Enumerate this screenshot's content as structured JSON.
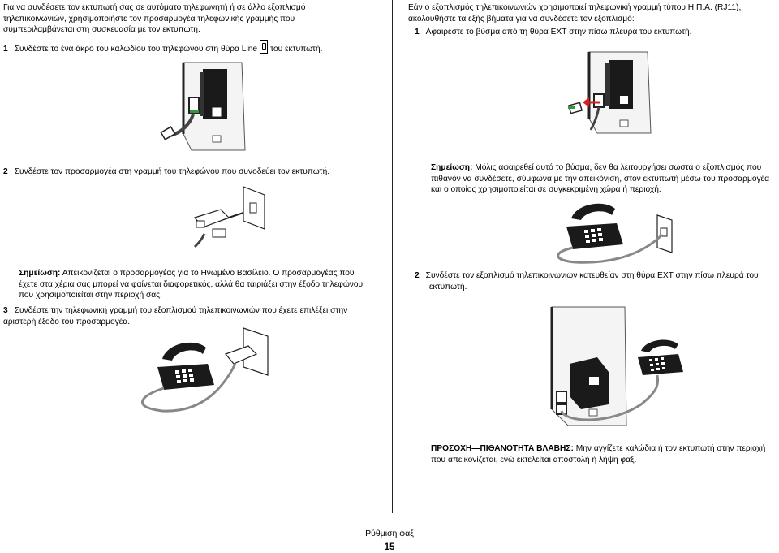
{
  "left": {
    "intro": [
      "Για να συνδέσετε τον εκτυπωτή σας σε αυτόματο τηλεφωνητή ή σε άλλο εξοπλισμό",
      "τηλεπικοινωνιών, χρησιμοποιήστε τον προσαρμογέα τηλεφωνικής γραμμής που",
      "συμπεριλαμβάνεται στη συσκευασία με τον εκτυπωτή."
    ],
    "step1": {
      "num": "1",
      "text_before": "Συνδέστε το ένα άκρο του καλωδίου του τηλεφώνου στη θύρα Line",
      "text_after": "του εκτυπωτή.",
      "icon": "line-port-icon"
    },
    "step2": {
      "num": "2",
      "text": "Συνδέστε τον προσαρμογέα στη γραμμή του τηλεφώνου που συνοδεύει τον εκτυπωτή."
    },
    "note": {
      "label": "Σημείωση:",
      "lines": [
        "Απεικονίζεται ο προσαρμογέας για το Ηνωμένο Βασίλειο. Ο προσαρμογέας που",
        "έχετε στα χέρια σας μπορεί να φαίνεται διαφορετικός, αλλά θα ταιριάξει στην έξοδο τηλεφώνου",
        "που χρησιμοποιείται στην περιοχή σας."
      ]
    },
    "step3": {
      "num": "3",
      "lines": [
        "Συνδέστε την τηλεφωνική γραμμή του εξοπλισμού τηλεπικοινωνιών που έχετε επιλέξει στην",
        "αριστερή έξοδο του προσαρμογέα."
      ]
    }
  },
  "right": {
    "intro": [
      "Εάν ο εξοπλισμός τηλεπικοινωνιών χρησιμοποιεί τηλεφωνική γραμμή τύπου Η.Π.Α. (RJ11),",
      "ακολουθήστε τα εξής βήματα για να συνδέσετε τον εξοπλισμό:"
    ],
    "step1": {
      "num": "1",
      "text": "Αφαιρέστε το βύσμα από τη θύρα EXT στην πίσω πλευρά του εκτυπωτή."
    },
    "note": {
      "label": "Σημείωση:",
      "lines": [
        "Μόλις αφαιρεθεί αυτό το βύσμα, δεν θα λειτουργήσει σωστά ο εξοπλισμός που",
        "πιθανόν να συνδέσετε, σύμφωνα με την απεικόνιση, στον εκτυπωτή μέσω του προσαρμογέα",
        "και ο οποίος χρησιμοποιείται σε συγκεκριμένη χώρα ή περιοχή."
      ]
    },
    "step2": {
      "num": "2",
      "lines": [
        "Συνδέστε τον εξοπλισμό τηλεπικοινωνιών κατευθείαν στη θύρα EXT στην πίσω πλευρά του",
        "εκτυπωτή."
      ]
    },
    "caution": {
      "label": "ΠΡΟΣΟΧΗ—ΠΙΘΑΝΟΤΗΤΑ ΒΛΑΒΗΣ:",
      "lines": [
        "Μην αγγίζετε καλώδια ή τον εκτυπωτή στην περιοχή",
        "που απεικονίζεται, ενώ εκτελείται αποστολή ή λήψη φαξ."
      ]
    }
  },
  "footer": {
    "section": "Ρύθμιση φαξ",
    "page": "15"
  },
  "colors": {
    "cable": "#4a4a4a",
    "green": "#2f9a3a",
    "red": "#d42020",
    "printer": "#1a1a1a"
  }
}
